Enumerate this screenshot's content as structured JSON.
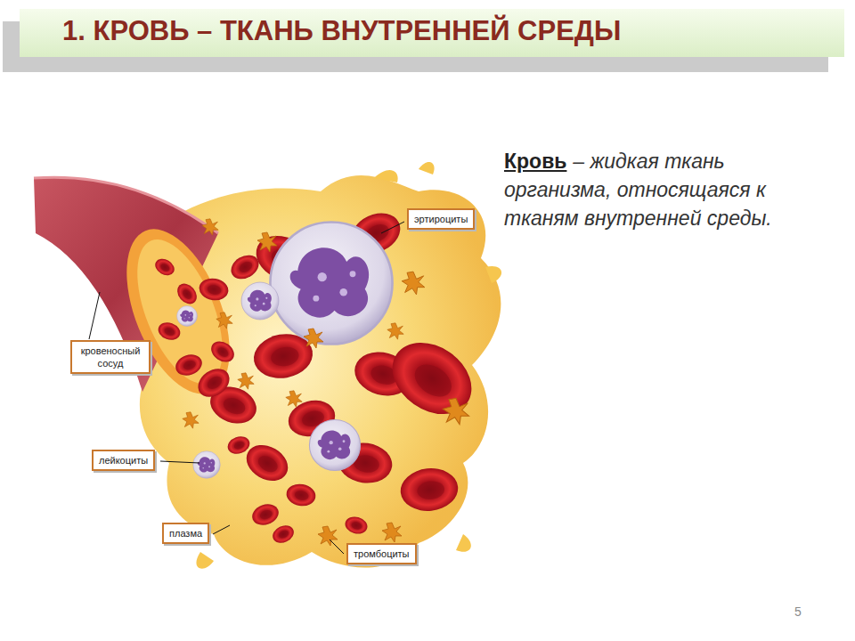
{
  "diagram": {
    "title": "1. КРОВЬ – ТКАНЬ ВНУТРЕННЕЙ СРЕДЫ",
    "nodes": [
      {
        "text": [
          "эртироциты"
        ]
      },
      {
        "text": [
          "кровеносный сосуд"
        ]
      },
      {
        "text": [
          "лейкоциты"
        ]
      },
      {
        "text": [
          "плазма"
        ]
      },
      {
        "text": [
          "тромбоциты"
        ]
      }
    ],
    "labels": [
      "Кровь",
      "– жидкая ткань организма, относящаяся к тканям внутренней среды.",
      "5"
    ]
  }
}
